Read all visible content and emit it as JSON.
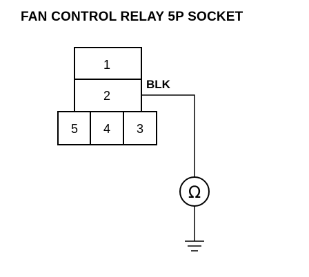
{
  "title": "FAN CONTROL RELAY 5P SOCKET",
  "socket": {
    "pins": {
      "p1": "1",
      "p2": "2",
      "p3": "3",
      "p4": "4",
      "p5": "5"
    }
  },
  "wire": {
    "color_label": "BLK"
  },
  "meter": {
    "symbol": "Ω",
    "icon": "ohmmeter-icon"
  },
  "ground": {
    "icon": "ground-icon"
  }
}
